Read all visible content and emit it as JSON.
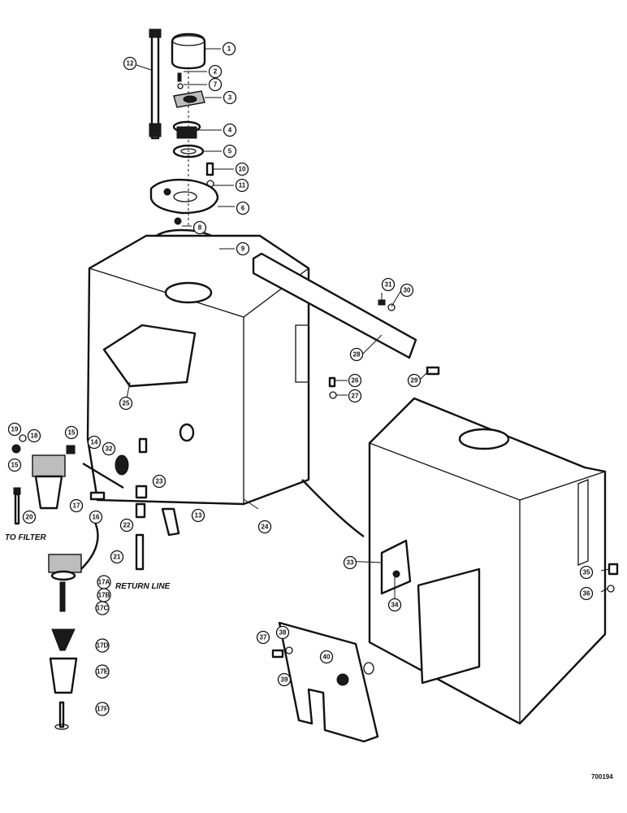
{
  "labels": {
    "to_filter": "TO FILTER",
    "return_line": "RETURN LINE",
    "drawing_code": "700194"
  },
  "callouts": [
    "1",
    "2",
    "7",
    "3",
    "4",
    "5",
    "10",
    "11",
    "6",
    "8",
    "9",
    "12",
    "31",
    "30",
    "28",
    "29",
    "26",
    "27",
    "25",
    "19",
    "18",
    "15",
    "14",
    "32",
    "15",
    "17",
    "20",
    "16",
    "22",
    "23",
    "13",
    "24",
    "21",
    "17A",
    "17B",
    "17C",
    "17D",
    "17E",
    "17F",
    "33",
    "34",
    "35",
    "36",
    "37",
    "38",
    "39",
    "40"
  ]
}
